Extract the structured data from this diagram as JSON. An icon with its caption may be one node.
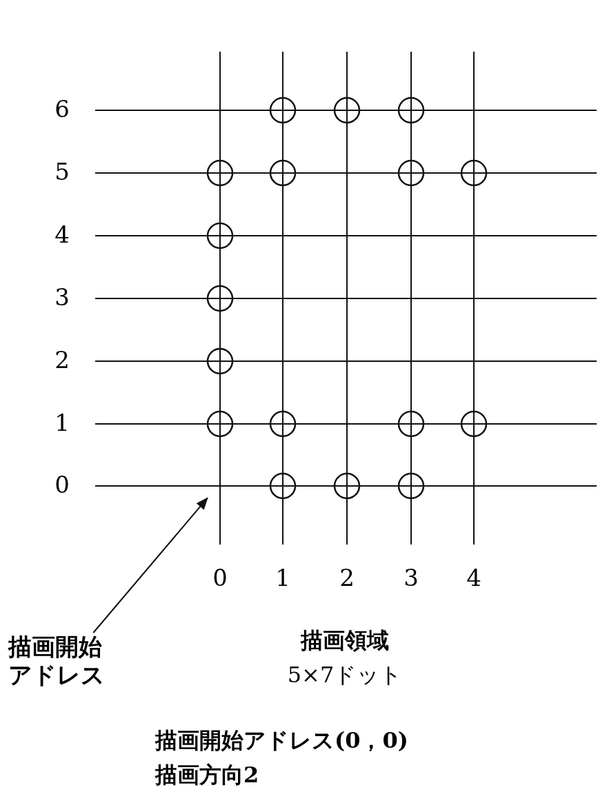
{
  "diagram": {
    "nodes": [
      {
        "text": [
          "描画開始アドレス"
        ]
      },
      {
        "text": [],
        "shape": "picture"
      }
    ],
    "edges": [
      {
        "from": 0,
        "to": 1,
        "arrow": "to"
      }
    ],
    "labels": [
      "6",
      "5",
      "4",
      "3",
      "2",
      "1",
      "0",
      "0",
      "1",
      "2",
      "3",
      "4",
      "描画領域",
      "5×7ドット",
      "描画開始アドレス(0，0)",
      "描画方向2"
    ]
  }
}
